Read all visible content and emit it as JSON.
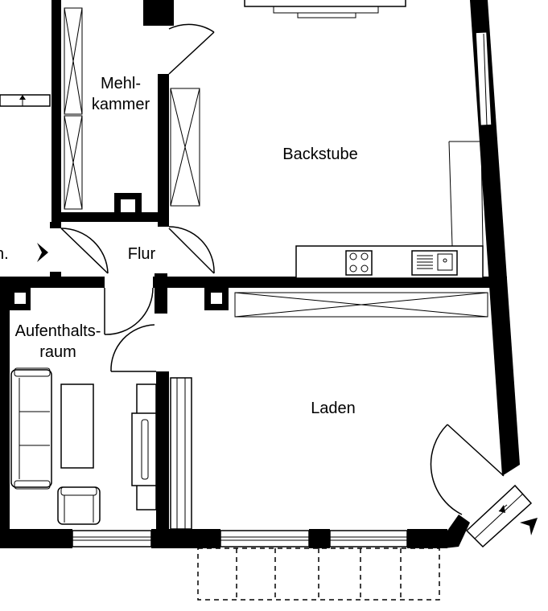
{
  "rooms": {
    "mehlkammer_line1": "Mehl-",
    "mehlkammer_line2": "kammer",
    "backstube": "Backstube",
    "flur": "Flur",
    "aufenthaltsraum_line1": "Aufenthalts-",
    "aufenthaltsraum_line2": "raum",
    "laden": "Laden",
    "cut_off_label": "n."
  },
  "colors": {
    "wall": "#000000",
    "background": "#ffffff"
  }
}
